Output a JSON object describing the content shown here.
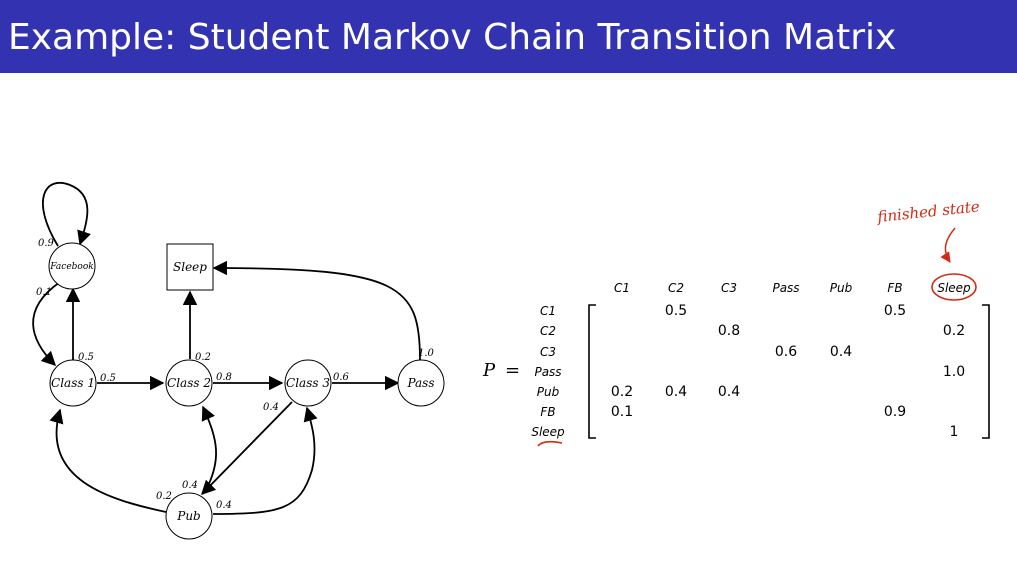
{
  "title": "Example: Student Markov Chain Transition Matrix",
  "diagram": {
    "nodes": {
      "facebook": "Facebook",
      "sleep": "Sleep",
      "class1": "Class 1",
      "class2": "Class 2",
      "class3": "Class 3",
      "pass": "Pass",
      "pub": "Pub"
    },
    "edges": {
      "fb_self": "0.9",
      "fb_to_c1": "0.1",
      "c1_to_fb": "0.5",
      "c1_to_c2": "0.5",
      "c2_to_sleep": "0.2",
      "c2_to_c3": "0.8",
      "c3_to_pass": "0.6",
      "c3_to_pub": "0.4",
      "pass_to_sleep": "1.0",
      "pub_to_c2": "0.4",
      "pub_to_c1": "0.2",
      "pub_to_c3": "0.4"
    }
  },
  "matrix": {
    "symbol": "P",
    "equals": "=",
    "col_headers": [
      "C1",
      "C2",
      "C3",
      "Pass",
      "Pub",
      "FB",
      "Sleep"
    ],
    "row_labels": [
      "C1",
      "C2",
      "C3",
      "Pass",
      "Pub",
      "FB",
      "Sleep"
    ],
    "cells": [
      [
        "",
        "0.5",
        "",
        "",
        "",
        "0.5",
        ""
      ],
      [
        "",
        "",
        "0.8",
        "",
        "",
        "",
        "0.2"
      ],
      [
        "",
        "",
        "",
        "0.6",
        "0.4",
        "",
        ""
      ],
      [
        "",
        "",
        "",
        "",
        "",
        "",
        "1.0"
      ],
      [
        "0.2",
        "0.4",
        "0.4",
        "",
        "",
        "",
        ""
      ],
      [
        "0.1",
        "",
        "",
        "",
        "",
        "0.9",
        ""
      ],
      [
        "",
        "",
        "",
        "",
        "",
        "",
        "1"
      ]
    ]
  },
  "annotation": {
    "handwritten": "finished state",
    "color": "#d22a14"
  },
  "colors": {
    "title_bar": "#3333b2",
    "title_text": "#ffffff"
  }
}
